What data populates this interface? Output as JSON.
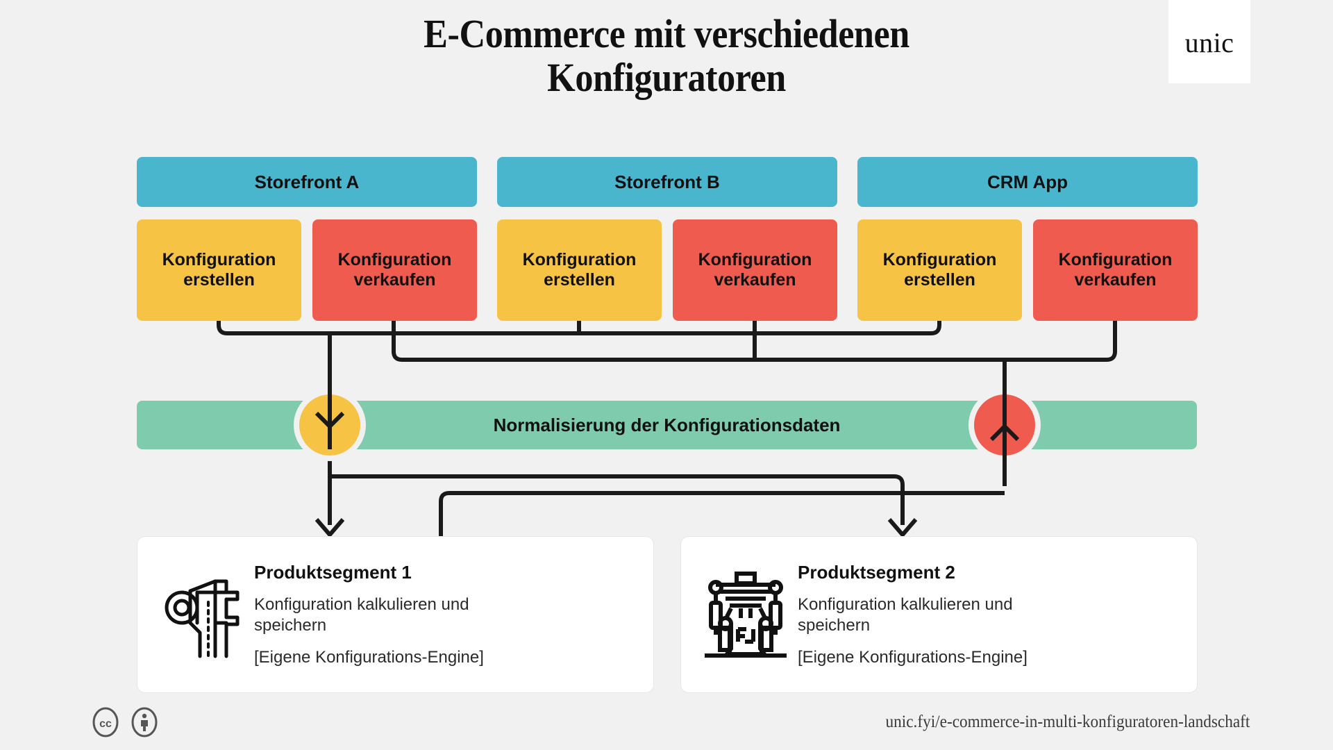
{
  "title": {
    "line1": "E-Commerce mit verschiedenen",
    "line2": "Konfiguratoren"
  },
  "logo": {
    "text": "unic"
  },
  "colors": {
    "background": "#F1F1F1",
    "app": "#49B6CE",
    "create": "#F7C344",
    "sell": "#EF5B4F",
    "normalize": "#7FCBAE",
    "card": "#FFFFFF",
    "line": "#1A1A1A"
  },
  "channels": [
    {
      "app_label": "Storefront A",
      "create_label": "Konfiguration erstellen",
      "sell_label": "Konfiguration verkaufen"
    },
    {
      "app_label": "Storefront B",
      "create_label": "Konfiguration erstellen",
      "sell_label": "Konfiguration verkaufen"
    },
    {
      "app_label": "CRM App",
      "create_label": "Konfiguration erstellen",
      "sell_label": "Konfiguration verkaufen"
    }
  ],
  "normalization": {
    "label": "Normalisierung der Konfigurationsdaten",
    "inbound_node": "inbound-node",
    "outbound_node": "outbound-node"
  },
  "segments": [
    {
      "icon": "caliper-icon",
      "title": "Produktsegment 1",
      "description": "Konfiguration kalkulieren und speichern",
      "engine": "[Eigene Konfigurations-Engine]"
    },
    {
      "icon": "machine-press-icon",
      "title": "Produktsegment 2",
      "description": "Konfiguration kalkulieren und speichern",
      "engine": "[Eigene Konfigurations-Engine]"
    }
  ],
  "footer": {
    "license_icons": [
      "creative-commons-icon",
      "attribution-person-icon"
    ],
    "url": "unic.fyi/e-commerce-in-multi-konfiguratoren-landschaft"
  }
}
